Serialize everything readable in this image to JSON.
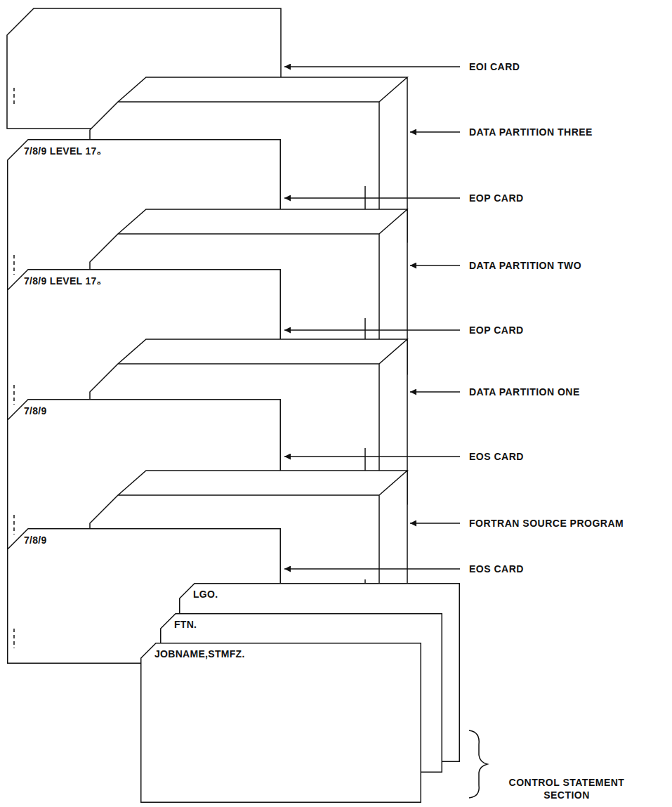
{
  "diagram": {
    "nodes": [
      {
        "text": [
          "7/8/9 LEVEL 17₈"
        ]
      },
      {
        "text": [
          "7/8/9 LEVEL 17₈"
        ]
      },
      {
        "text": [
          "7/8/9"
        ]
      },
      {
        "text": [
          "7/8/9"
        ]
      },
      {
        "text": [
          "LGO."
        ]
      },
      {
        "text": [
          "FTN."
        ]
      },
      {
        "text": [
          "JOBNAME,STMFZ."
        ]
      }
    ],
    "labels": [
      "EOI CARD",
      "DATA PARTITION THREE",
      "EOP CARD",
      "DATA PARTITION TWO",
      "EOP CARD",
      "DATA PARTITION ONE",
      "EOS CARD",
      "FORTRAN SOURCE PROGRAM",
      "EOS CARD",
      "CONTROL STATEMENT SECTION"
    ]
  }
}
